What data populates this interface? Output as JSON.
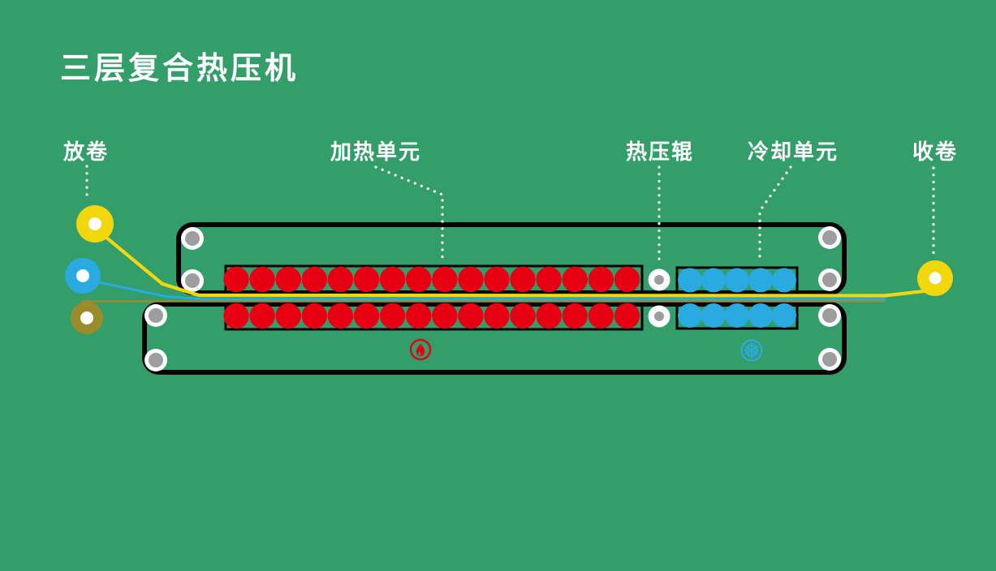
{
  "title": "三层复合热压机",
  "labels": {
    "unwind": "放卷",
    "heating_unit": "加热单元",
    "press_roller": "热压辊",
    "cooling_unit": "冷却单元",
    "rewind": "收卷"
  },
  "icons": {
    "heating": "flame-icon",
    "cooling": "snowflake-icon"
  },
  "colors": {
    "background": "#349E6A",
    "outline_black": "#000000",
    "heating_red": "#E60012",
    "cooling_blue": "#29ABE2",
    "web_yellow": "#F2D70E",
    "web_olive": "#9A8C2C",
    "roller_gray": "#9E9E9E",
    "text_white": "#FFFFFF"
  },
  "counts": {
    "heating_rows": 2,
    "heating_circles_per_row": 16,
    "cooling_rows": 2,
    "cooling_circles_per_row": 5,
    "corner_rollers": 8,
    "press_rollers": 2,
    "unwind_rolls": 3,
    "rewind_rolls": 1
  }
}
